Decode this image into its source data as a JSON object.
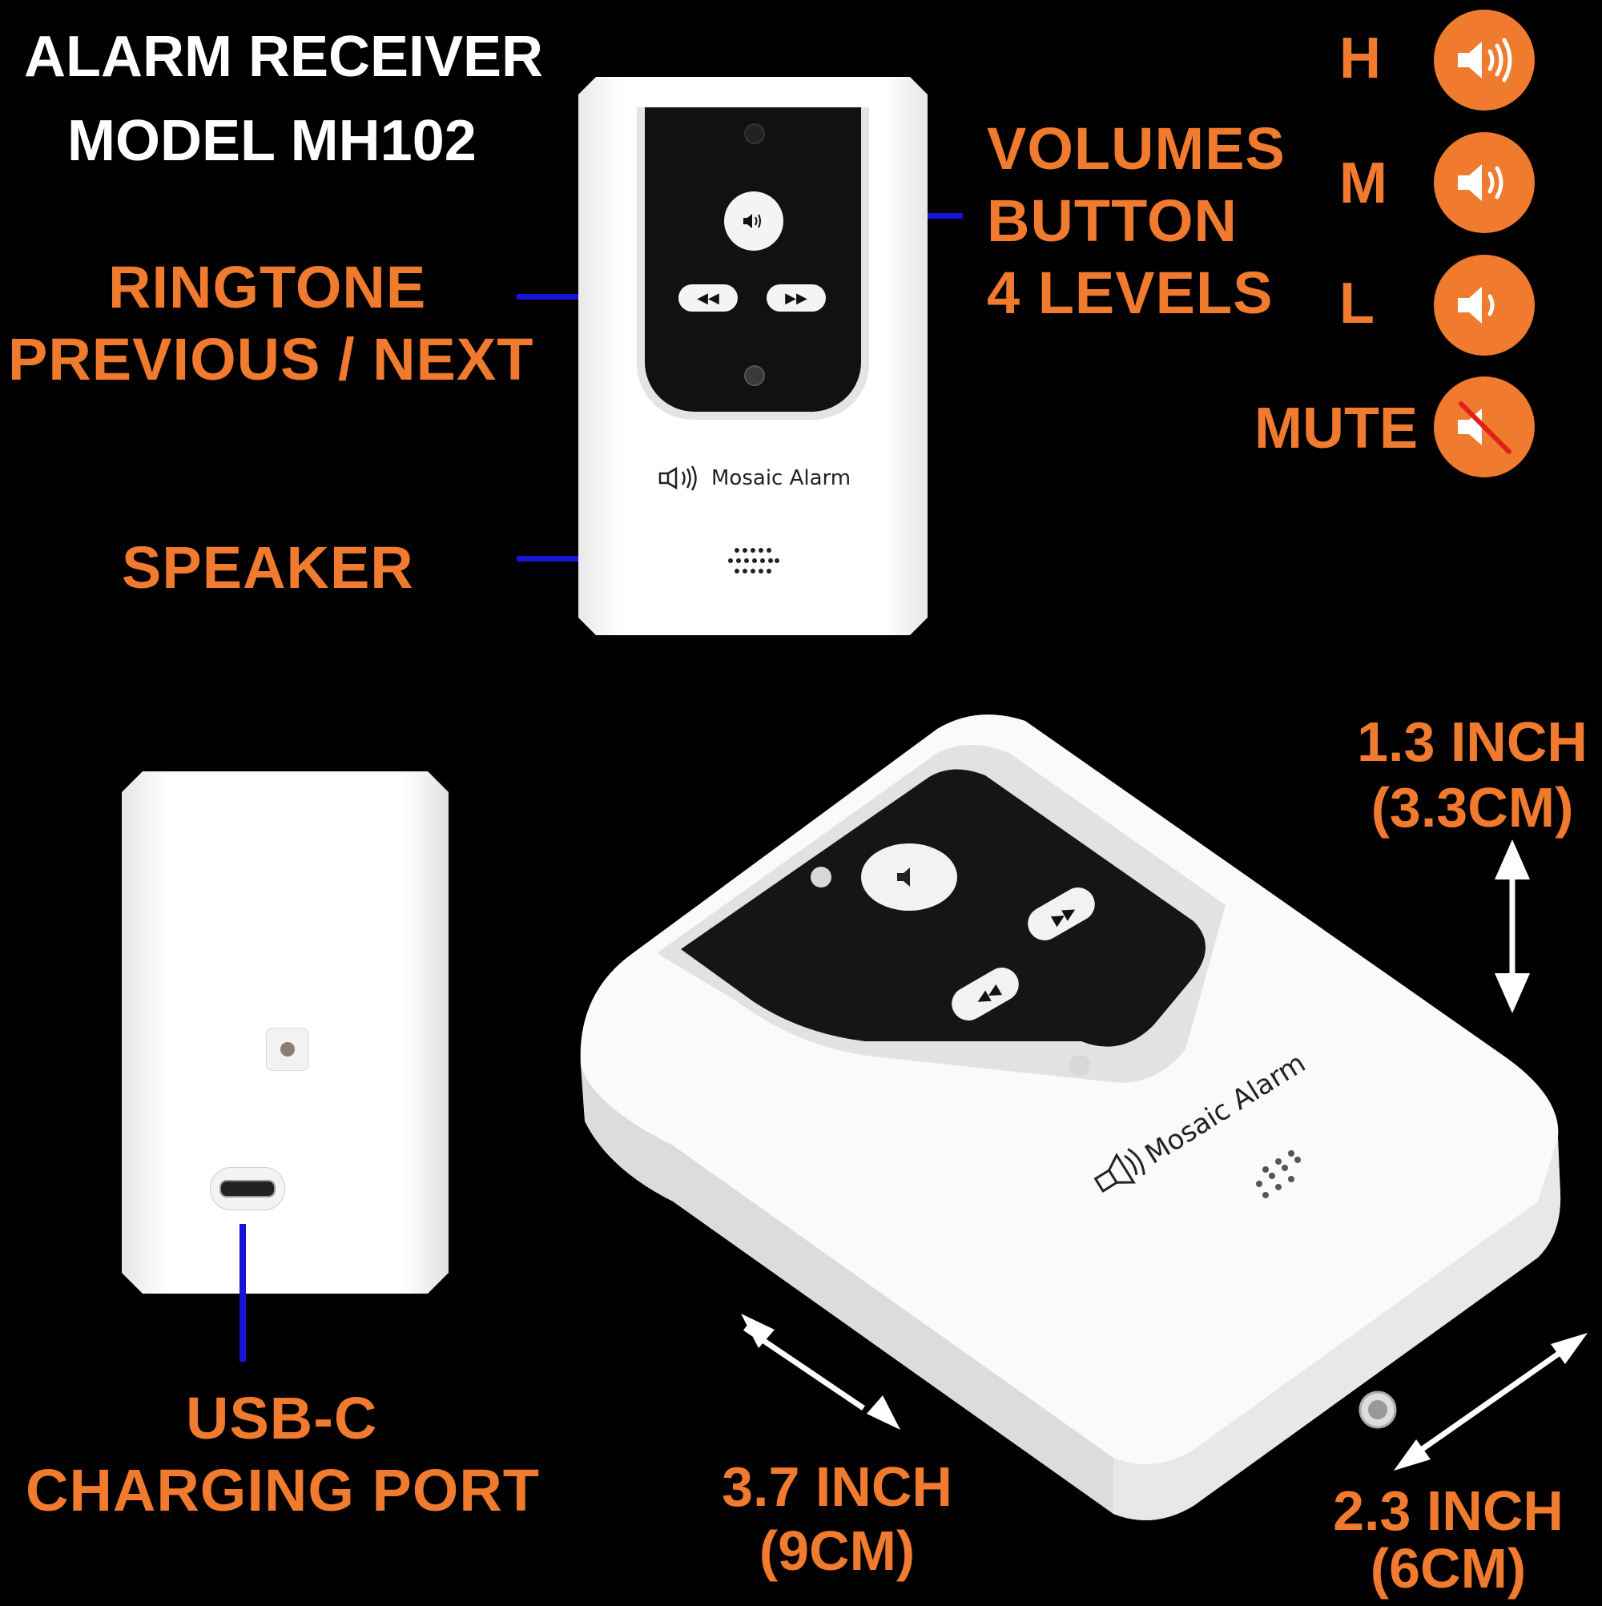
{
  "header": {
    "title_line1": "ALARM RECEIVER",
    "title_line2": "MODEL MH102"
  },
  "callouts": {
    "ringtone_line1": "RINGTONE",
    "ringtone_line2": "PREVIOUS / NEXT",
    "volumes_line1": "VOLUMES",
    "volumes_line2": "BUTTON",
    "volumes_line3": "4 LEVELS",
    "speaker": "SPEAKER",
    "usb_line1": "USB-C",
    "usb_line2": "CHARGING PORT"
  },
  "volume_levels": [
    {
      "label": "H",
      "icon": "speaker-high-icon"
    },
    {
      "label": "M",
      "icon": "speaker-medium-icon"
    },
    {
      "label": "L",
      "icon": "speaker-low-icon"
    },
    {
      "label": "MUTE",
      "icon": "speaker-mute-icon"
    }
  ],
  "dimensions": {
    "height_line1": "1.3 INCH",
    "height_line2": "(3.3CM)",
    "length_line1": "3.7 INCH",
    "length_line2": "(9CM)",
    "width_line1": "2.3 INCH",
    "width_line2": "(6CM)"
  },
  "device": {
    "brand": "Mosaic Alarm"
  },
  "colors": {
    "accent_orange": "#f07a2e",
    "callout_line_blue": "#1515d8",
    "background": "#000000",
    "device_white": "#ffffff",
    "panel_black": "#111111"
  }
}
